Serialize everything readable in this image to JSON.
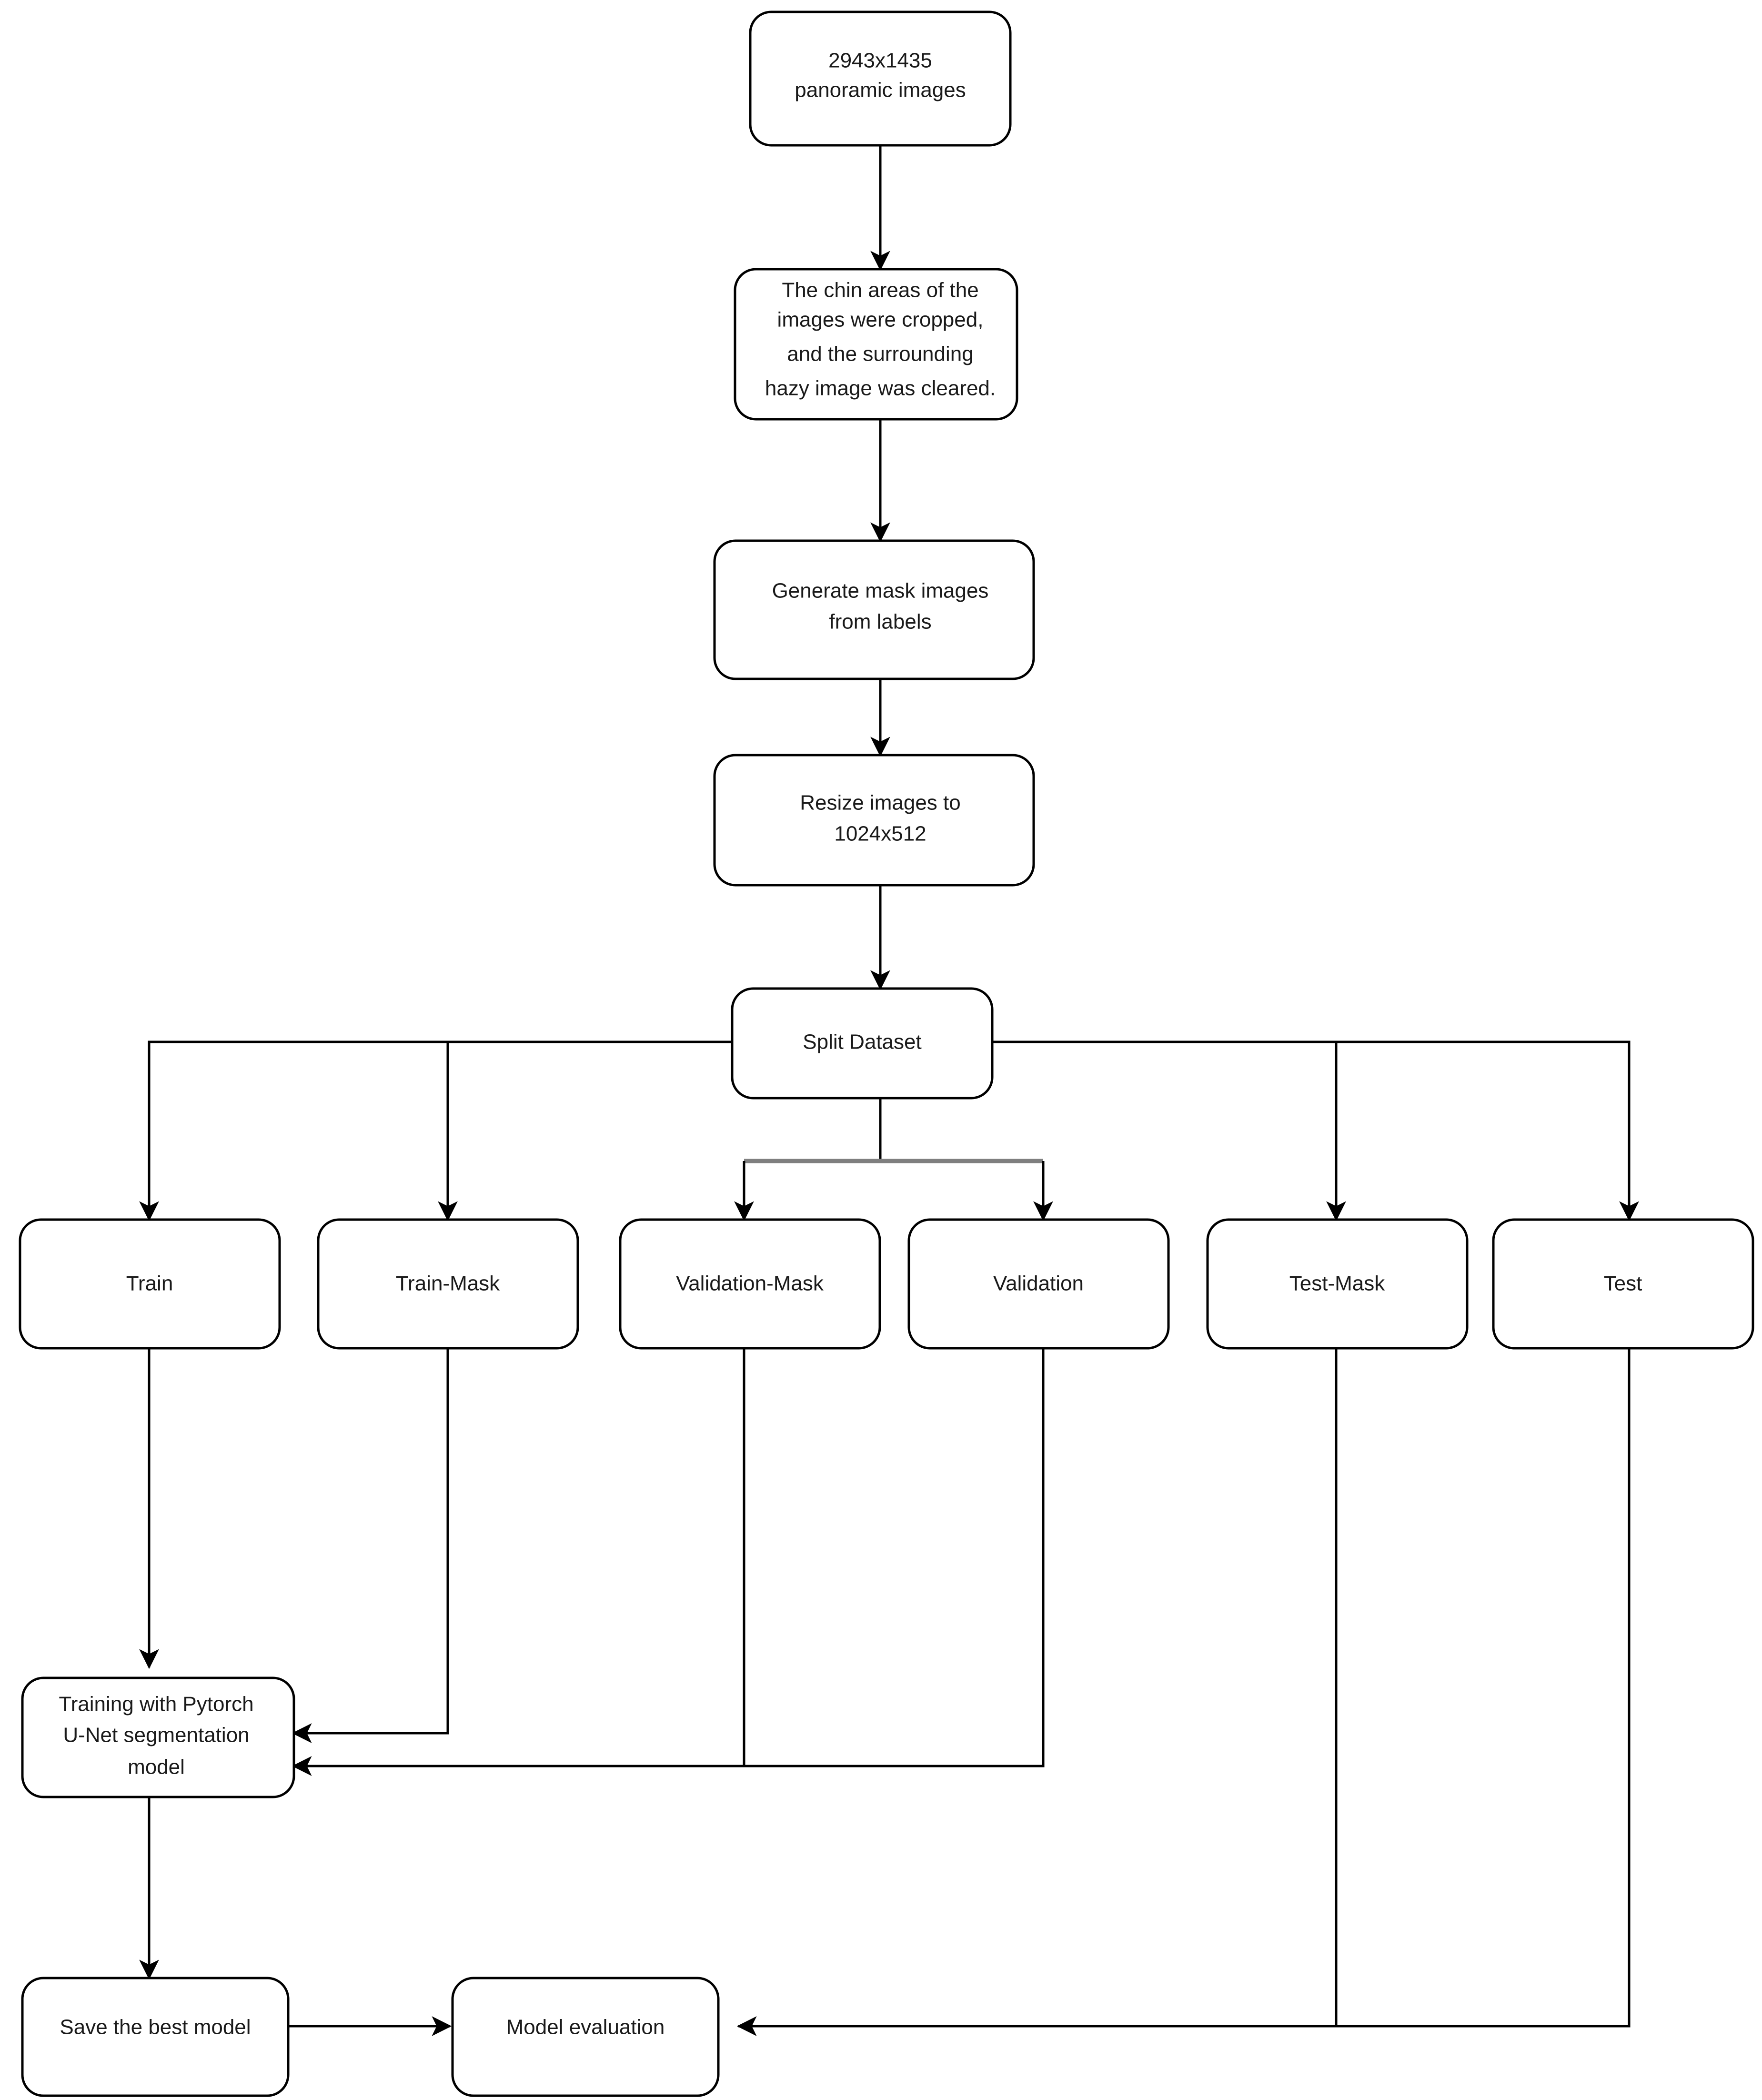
{
  "diagram": {
    "title": "Dental panoramic image segmentation pipeline flowchart",
    "type": "flowchart",
    "background_color": "#ffffff",
    "node_border_color": "#000000",
    "node_fill_color": "#ffffff",
    "text_color": "#1a1a1a",
    "connector_color": "#000000",
    "connector_accent_color": "#7f7f7f"
  },
  "nodes": {
    "source_images": {
      "id": "source-images",
      "lines": [
        "2943x1435",
        "panoramic images"
      ],
      "line1": "2943x1435",
      "line2": "panoramic images"
    },
    "crop_chin": {
      "id": "crop-chin",
      "lines": [
        "The chin areas of the",
        "images were cropped,",
        "and the surrounding",
        "hazy image was cleared."
      ],
      "line1": "The chin areas of the",
      "line2": "images were cropped,",
      "line3": "and the surrounding",
      "line4": "hazy image was cleared."
    },
    "generate_masks": {
      "id": "generate-masks",
      "lines": [
        "Generate mask images",
        "from labels"
      ],
      "line1": "Generate mask images",
      "line2": "from labels"
    },
    "resize_images": {
      "id": "resize-images",
      "lines": [
        "Resize images to",
        "1024x512"
      ],
      "line1": "Resize images to",
      "line2": "1024x512"
    },
    "split_dataset": {
      "id": "split-dataset",
      "label": "Split Dataset"
    },
    "train": {
      "id": "train",
      "label": "Train"
    },
    "train_mask": {
      "id": "train-mask",
      "label": "Train-Mask"
    },
    "validation_mask": {
      "id": "validation-mask",
      "label": "Validation-Mask"
    },
    "validation": {
      "id": "validation",
      "label": "Validation"
    },
    "test_mask": {
      "id": "test-mask",
      "label": "Test-Mask"
    },
    "test": {
      "id": "test",
      "label": "Test"
    },
    "training": {
      "id": "training-pytorch-unet",
      "lines": [
        "Training with Pytorch",
        "U-Net segmentation",
        "model"
      ],
      "line1": "Training with Pytorch",
      "line2": "U-Net segmentation",
      "line3": "model"
    },
    "save_model": {
      "id": "save-best-model",
      "label": "Save the best model"
    },
    "model_evaluation": {
      "id": "model-evaluation",
      "label": "Model evaluation"
    }
  },
  "edges": [
    {
      "from": "source_images",
      "to": "crop_chin",
      "style": "arrow"
    },
    {
      "from": "crop_chin",
      "to": "generate_masks",
      "style": "arrow"
    },
    {
      "from": "generate_masks",
      "to": "resize_images",
      "style": "arrow"
    },
    {
      "from": "resize_images",
      "to": "split_dataset",
      "style": "arrow"
    },
    {
      "from": "split_dataset",
      "to": "train",
      "style": "arrow"
    },
    {
      "from": "split_dataset",
      "to": "train_mask",
      "style": "arrow"
    },
    {
      "from": "split_dataset",
      "to": "validation_mask",
      "style": "arrow"
    },
    {
      "from": "split_dataset",
      "to": "validation",
      "style": "arrow"
    },
    {
      "from": "split_dataset",
      "to": "test_mask",
      "style": "arrow"
    },
    {
      "from": "split_dataset",
      "to": "test",
      "style": "arrow"
    },
    {
      "from": "train",
      "to": "training",
      "style": "arrow"
    },
    {
      "from": "train_mask",
      "to": "training",
      "style": "arrow"
    },
    {
      "from": "validation_mask",
      "to": "training",
      "style": "arrow"
    },
    {
      "from": "validation",
      "to": "training",
      "style": "arrow"
    },
    {
      "from": "training",
      "to": "save_model",
      "style": "arrow"
    },
    {
      "from": "save_model",
      "to": "model_evaluation",
      "style": "arrow"
    },
    {
      "from": "test_mask",
      "to": "model_evaluation",
      "style": "arrow"
    },
    {
      "from": "test",
      "to": "model_evaluation",
      "style": "arrow"
    }
  ]
}
